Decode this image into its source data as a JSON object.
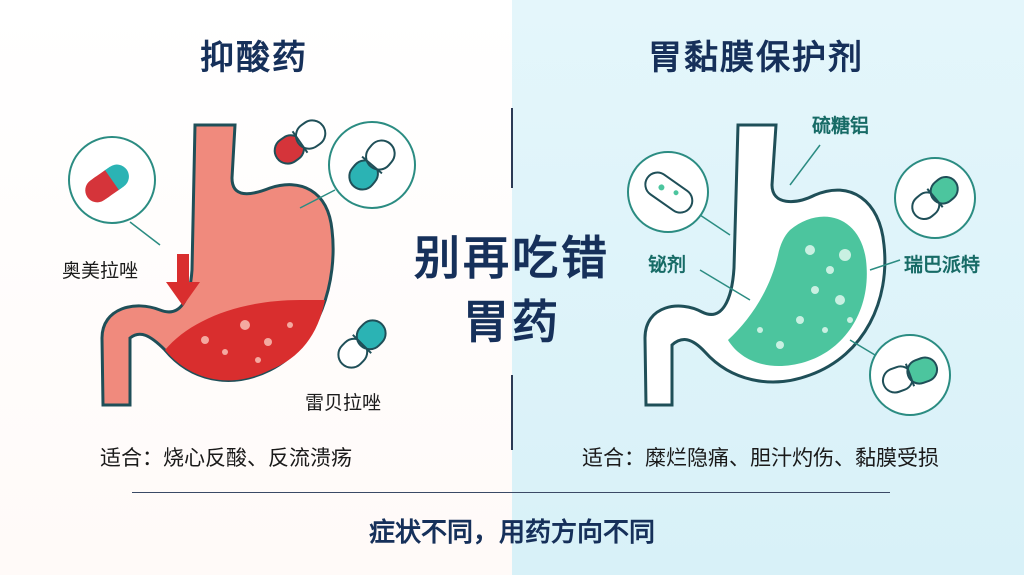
{
  "left": {
    "title": "抑酸药",
    "drug_1": "奥美拉唑",
    "drug_2": "雷贝拉唑",
    "suitable": "适合：烧心反酸、反流溃疡",
    "colors": {
      "stomach": "#f07f72",
      "acid": "#d92e2e",
      "capsule_red": "#d5343a",
      "capsule_teal": "#2bb3b4"
    }
  },
  "right": {
    "title": "胃黏膜保护剂",
    "drug_1": "硫糖铝",
    "drug_2": "铋剂",
    "drug_3": "瑞巴派特",
    "suitable": "适合：糜烂隐痛、胆汁灼伤、黏膜受损",
    "colors": {
      "stomach": "#ffffff",
      "coating": "#4cc59e",
      "outline": "#1f4f58"
    }
  },
  "center": {
    "line1": "别再吃错",
    "line2": "胃药"
  },
  "bottom": {
    "text": "症状不同，用药方向不同"
  }
}
